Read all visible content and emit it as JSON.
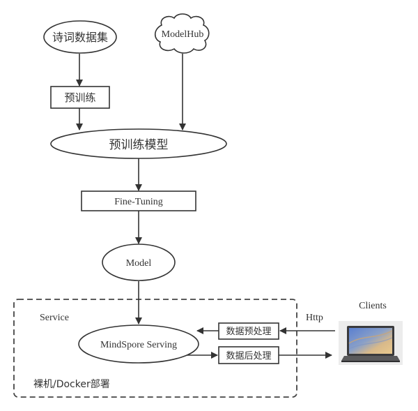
{
  "diagram": {
    "nodes": {
      "dataset": {
        "label": "诗词数据集",
        "shape": "ellipse"
      },
      "modelhub": {
        "label": "ModelHub",
        "shape": "cloud"
      },
      "pretrain": {
        "label": "预训练",
        "shape": "rectangle"
      },
      "pretrained_model": {
        "label": "预训练模型",
        "shape": "ellipse"
      },
      "finetuning": {
        "label": "Fine-Tuning",
        "shape": "rectangle"
      },
      "model": {
        "label": "Model",
        "shape": "ellipse"
      },
      "serving": {
        "label": "MindSpore Serving",
        "shape": "ellipse"
      },
      "preprocess": {
        "label": "数据预处理",
        "shape": "rectangle"
      },
      "postprocess": {
        "label": "数据后处理",
        "shape": "rectangle"
      },
      "clients": {
        "label": "Clients",
        "icon": "laptop-icon"
      }
    },
    "container": {
      "title": "Service",
      "footer": "裸机/Docker部署",
      "style": "dashed"
    },
    "protocol_label": "Http",
    "edges": [
      {
        "from": "dataset",
        "to": "pretrain"
      },
      {
        "from": "pretrain",
        "to": "pretrained_model"
      },
      {
        "from": "modelhub",
        "to": "pretrained_model"
      },
      {
        "from": "pretrained_model",
        "to": "finetuning"
      },
      {
        "from": "finetuning",
        "to": "model"
      },
      {
        "from": "model",
        "to": "serving"
      },
      {
        "from": "clients",
        "to": "preprocess"
      },
      {
        "from": "preprocess",
        "to": "serving"
      },
      {
        "from": "serving",
        "to": "postprocess"
      },
      {
        "from": "postprocess",
        "to": "clients"
      }
    ],
    "colors": {
      "stroke": "#333333",
      "text": "#333333",
      "background": "#ffffff"
    }
  }
}
